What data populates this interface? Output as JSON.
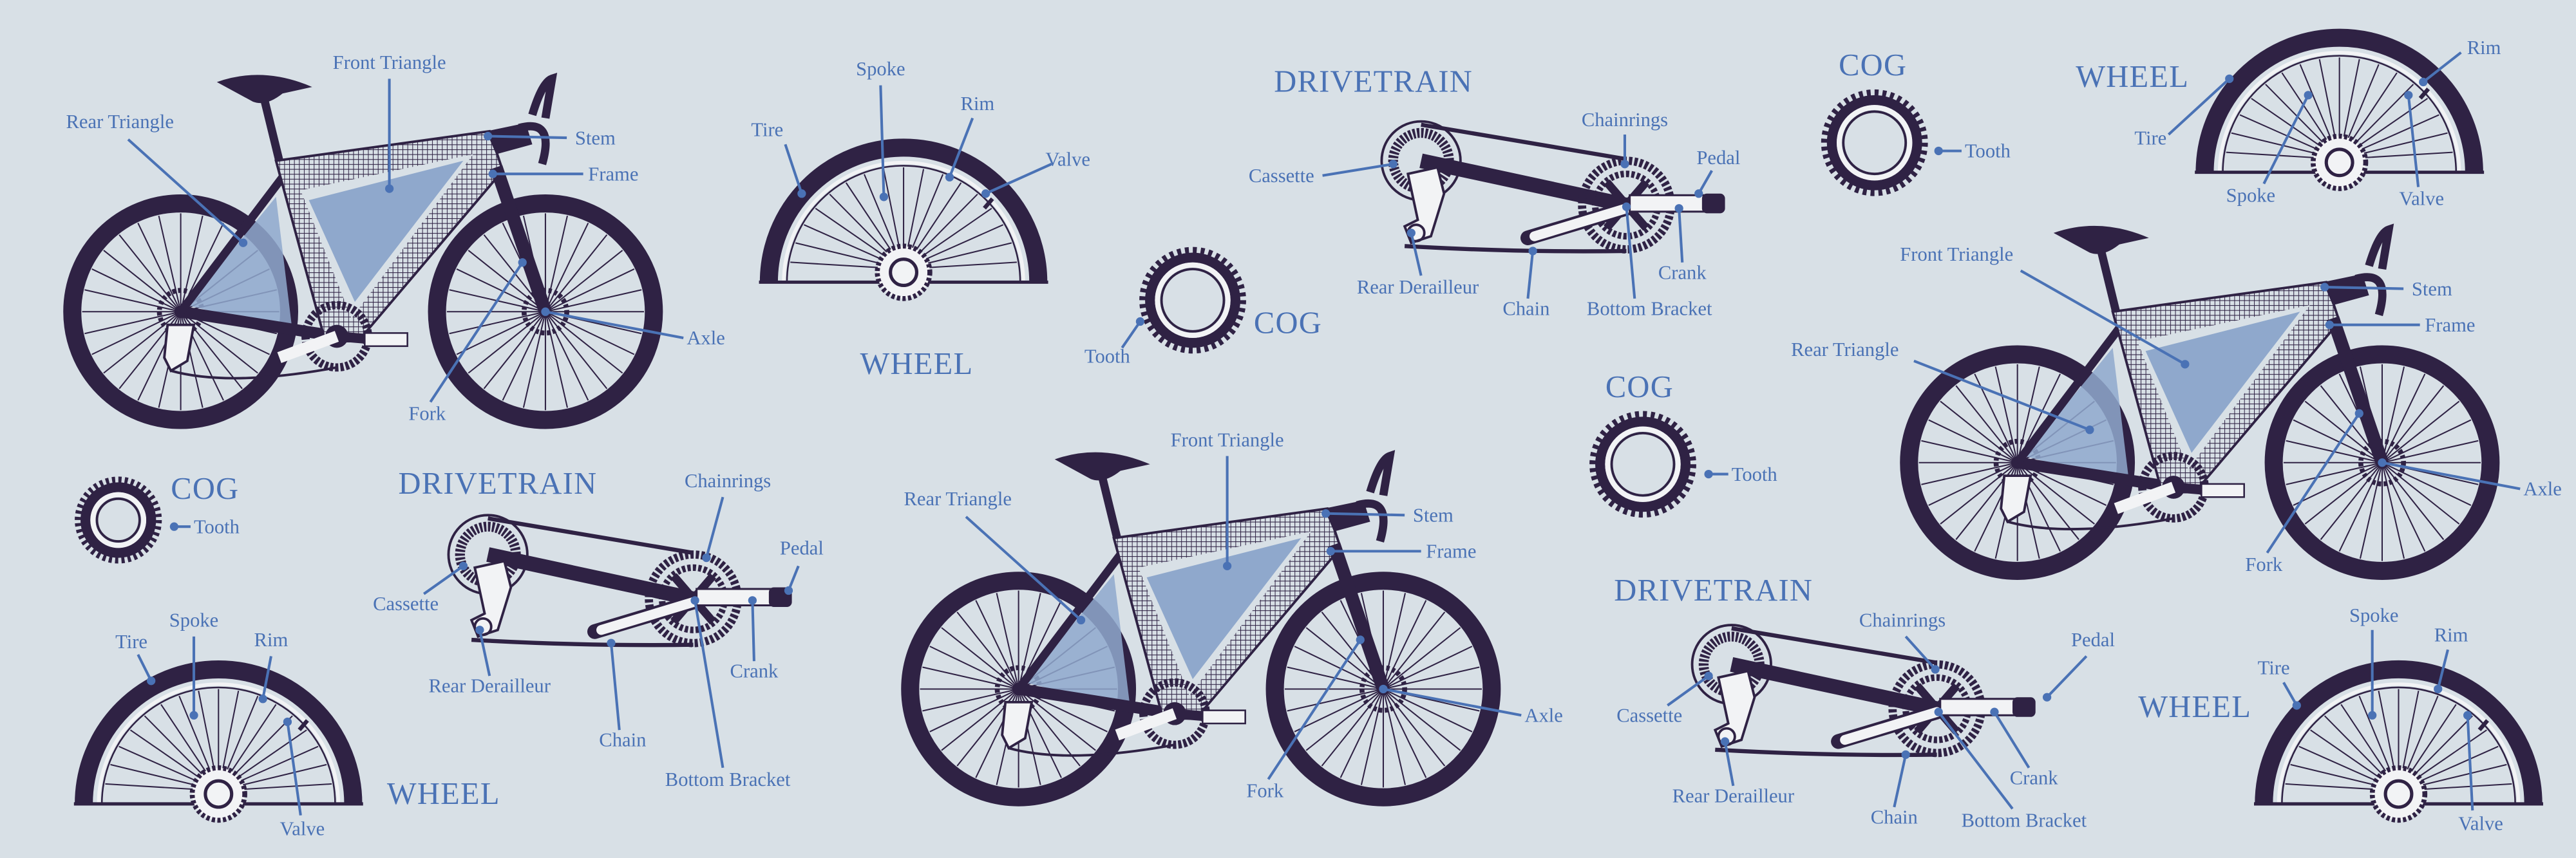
{
  "colors": {
    "background": "#d8e0e6",
    "ink": "#2f2244",
    "accent": "#4a72b5",
    "fill_light": "#8fa8cc",
    "white": "#f2f3f5"
  },
  "bikes": [
    {
      "labels": {
        "front_triangle": "Front Triangle",
        "rear_triangle": "Rear Triangle",
        "stem": "Stem",
        "frame": "Frame",
        "axle": "Axle",
        "fork": "Fork"
      }
    },
    {
      "labels": {
        "front_triangle": "Front Triangle",
        "rear_triangle": "Rear Triangle",
        "stem": "Stem",
        "frame": "Frame",
        "axle": "Axle",
        "fork": "Fork"
      }
    },
    {
      "labels": {
        "front_triangle": "Front Triangle",
        "rear_triangle": "Rear Triangle",
        "stem": "Stem",
        "frame": "Frame",
        "axle": "Axle",
        "fork": "Fork"
      }
    }
  ],
  "wheels": [
    {
      "title": "WHEEL",
      "labels": {
        "tire": "Tire",
        "spoke": "Spoke",
        "rim": "Rim",
        "valve": "Valve"
      }
    },
    {
      "title": "WHEEL",
      "labels": {
        "tire": "Tire",
        "spoke": "Spoke",
        "rim": "Rim",
        "valve": "Valve"
      }
    },
    {
      "title": "WHEEL",
      "labels": {
        "tire": "Tire",
        "spoke": "Spoke",
        "rim": "Rim",
        "valve": "Valve"
      }
    },
    {
      "title": "WHEEL",
      "labels": {
        "tire": "Tire",
        "spoke": "Spoke",
        "rim": "Rim",
        "valve": "Valve"
      }
    }
  ],
  "cogs": [
    {
      "title": "COG",
      "tooth": "Tooth"
    },
    {
      "title": "COG",
      "tooth": "Tooth"
    },
    {
      "title": "COG",
      "tooth": "Tooth"
    },
    {
      "title": "COG",
      "tooth": "Tooth"
    }
  ],
  "drivetrains": [
    {
      "title": "DRIVETRAIN",
      "labels": {
        "cassette": "Cassette",
        "chainrings": "Chainrings",
        "pedal": "Pedal",
        "crank": "Crank",
        "chain": "Chain",
        "bottom_bracket": "Bottom Bracket",
        "rear_derailleur": "Rear Derailleur"
      }
    },
    {
      "title": "DRIVETRAIN",
      "labels": {
        "cassette": "Cassette",
        "chainrings": "Chainrings",
        "pedal": "Pedal",
        "crank": "Crank",
        "chain": "Chain",
        "bottom_bracket": "Bottom Bracket",
        "rear_derailleur": "Rear Derailleur"
      }
    },
    {
      "title": "DRIVETRAIN",
      "labels": {
        "cassette": "Cassette",
        "chainrings": "Chainrings",
        "pedal": "Pedal",
        "crank": "Crank",
        "chain": "Chain",
        "bottom_bracket": "Bottom Bracket",
        "rear_derailleur": "Rear Derailleur"
      }
    }
  ]
}
